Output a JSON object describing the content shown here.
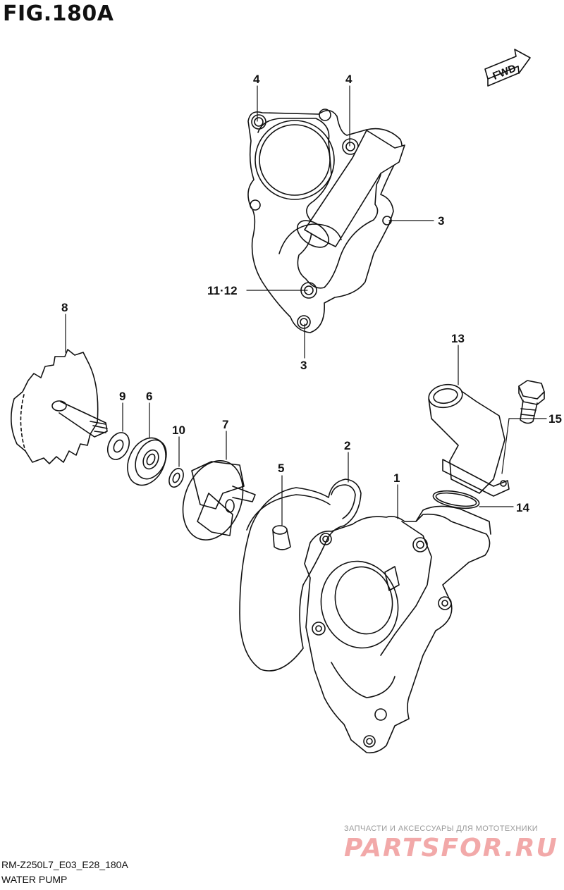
{
  "figure": {
    "title": "FIG.180A"
  },
  "direction_badge": {
    "text": "FWD"
  },
  "callouts": {
    "c4a": "4",
    "c4b": "4",
    "c3a": "3",
    "c3b": "3",
    "c1112": "11·12",
    "c8": "8",
    "c9": "9",
    "c6": "6",
    "c10": "10",
    "c7": "7",
    "c5": "5",
    "c2": "2",
    "c1": "1",
    "c13": "13",
    "c14": "14",
    "c15": "15"
  },
  "footer": {
    "model_code": "RM-Z250L7_E03_E28_180A",
    "caption": "WATER PUMP"
  },
  "watermark": {
    "tagline": "ЗАПЧАСТИ И АКСЕССУАРЫ ДЛЯ МОТОТЕХНИКИ",
    "logo": "PARTSFOR.RU"
  },
  "colors": {
    "line": "#111111",
    "watermark_text": "#9a9a9a",
    "watermark_logo": "#f2a9a9"
  }
}
